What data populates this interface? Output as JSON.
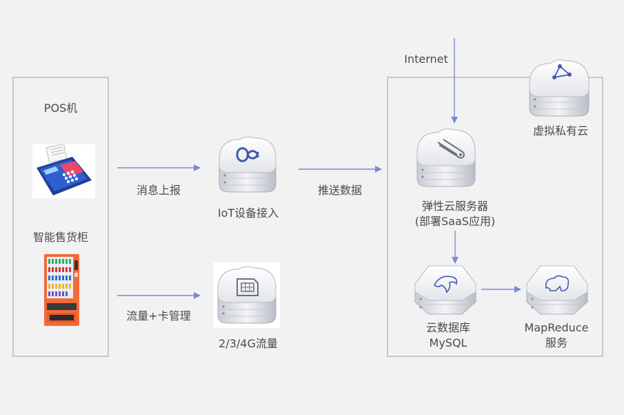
{
  "left_panel": {
    "pos_label": "POS机",
    "vending_label": "智能售货柜"
  },
  "arrows": {
    "report_label": "消息上报",
    "traffic_label": "流量+卡管理",
    "push_label": "推送数据",
    "internet_label": "Internet"
  },
  "nodes": {
    "iot_label": "IoT设备接入",
    "flow_label": "2/3/4G流量",
    "ecs_line1": "弹性云服务器",
    "ecs_line2": "(部署SaaS应用)",
    "vpc_label": "虚拟私有云",
    "mysql_line1": "云数据库",
    "mysql_line2": "MySQL",
    "mr_line1": "MapReduce",
    "mr_line2": "服务"
  },
  "colors": {
    "arrow": "#7b88d6",
    "border": "#c8c8c8",
    "background": "#f2f2f2"
  },
  "icons": [
    "pos-terminal-icon",
    "vending-machine-icon",
    "iot-cloud-icon",
    "sim-card-cloud-icon",
    "ecs-cloud-icon",
    "vpc-cloud-icon",
    "mysql-dolphin-icon",
    "hadoop-elephant-icon"
  ]
}
